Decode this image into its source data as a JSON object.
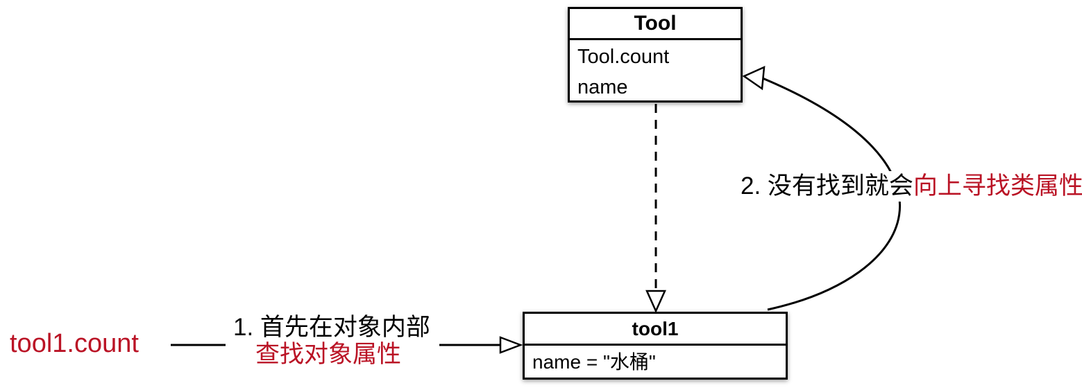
{
  "diagram": {
    "class_box": {
      "title": "Tool",
      "attr1": "Tool.count",
      "attr2": "name"
    },
    "instance_box": {
      "title": "tool1",
      "attr1": "name = \"水桶\""
    },
    "lookup_expression": "tool1.count",
    "annotations": {
      "step1_prefix": "1. 首先在对象内部",
      "step1_highlight": "查找对象属性",
      "step2_prefix": "2. 没有找到就会",
      "step2_highlight": "向上寻找类属性"
    },
    "colors": {
      "accent_red": "#ba1325",
      "line": "#000000",
      "background": "#ffffff"
    }
  }
}
